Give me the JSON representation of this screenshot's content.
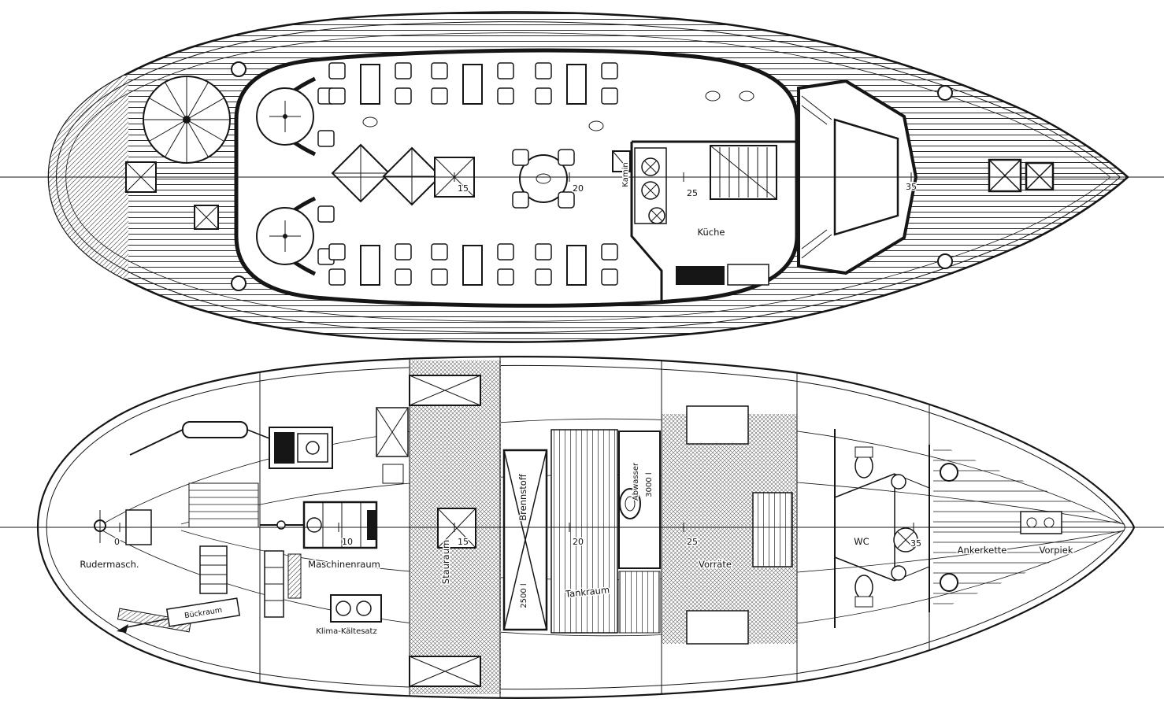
{
  "upper_deck": {
    "labels": {
      "kamin": "Kamin",
      "kueche": "Küche"
    },
    "stations": [
      "15",
      "20",
      "25",
      "35"
    ]
  },
  "lower_deck": {
    "labels": {
      "rudermasch": "Rudermasch.",
      "achterraum": "Bückraum",
      "maschinenraum": "Maschinenraum",
      "klima": "Klima-Kältesatz",
      "stauraum": "Stauraum",
      "brennstoff": "Brennstoff",
      "brennstoff_vol": "2500 l",
      "tankraum": "Tankraum",
      "abwasser": "Abwasser",
      "abwasser_vol": "3000 l",
      "vorraete": "Vorräte",
      "wc": "WC",
      "ankerkette": "Ankerkette",
      "vorpiek": "Vorpiek"
    },
    "stations": [
      "0",
      "10",
      "15",
      "20",
      "25",
      "35"
    ]
  },
  "colors": {
    "ink": "#161616",
    "paper": "#ffffff"
  }
}
